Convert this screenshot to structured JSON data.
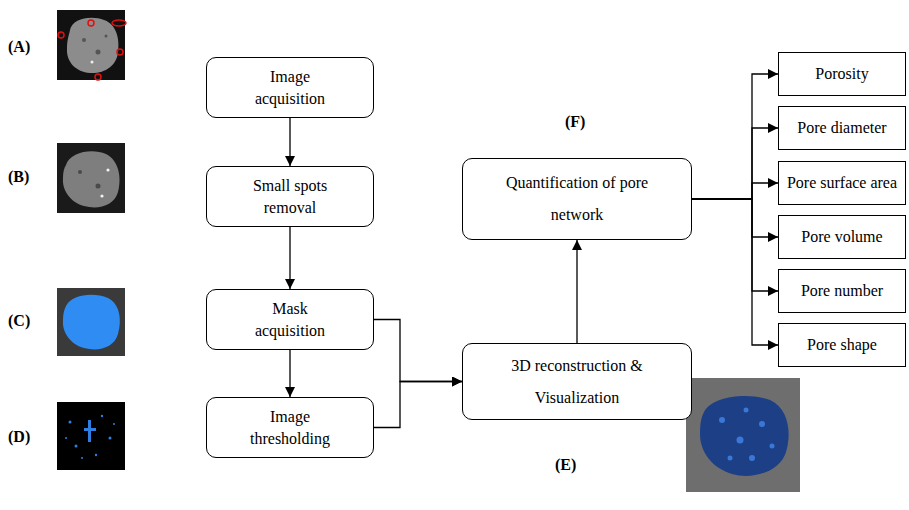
{
  "diagram": {
    "nodes": [
      {
        "text": [
          "Image acquisition"
        ]
      },
      {
        "text": [
          "Small spots removal"
        ]
      },
      {
        "text": [
          "Mask acquisition"
        ]
      },
      {
        "text": [
          "Image thresholding"
        ]
      },
      {
        "text": [
          "3D reconstruction & Visualization"
        ]
      },
      {
        "text": [
          "Quantification of pore network"
        ]
      },
      {
        "text": [
          "Porosity"
        ]
      },
      {
        "text": [
          "Pore diameter"
        ]
      },
      {
        "text": [
          "Pore surface area"
        ]
      },
      {
        "text": [
          "Pore volume"
        ]
      },
      {
        "text": [
          "Pore number"
        ]
      },
      {
        "text": [
          "Pore shape"
        ]
      }
    ],
    "edges": [
      {
        "from": 0,
        "to": 1,
        "arrow": "to"
      },
      {
        "from": 1,
        "to": 2,
        "arrow": "to"
      },
      {
        "from": 2,
        "to": 3,
        "arrow": "to"
      },
      {
        "from": 2,
        "to": 4,
        "arrow": "to"
      },
      {
        "from": 3,
        "to": 4,
        "arrow": "to"
      },
      {
        "from": 4,
        "to": 5,
        "arrow": "to"
      },
      {
        "from": 5,
        "to": 6,
        "arrow": "to"
      },
      {
        "from": 5,
        "to": 7,
        "arrow": "to"
      },
      {
        "from": 5,
        "to": 8,
        "arrow": "to"
      },
      {
        "from": 5,
        "to": 9,
        "arrow": "to"
      },
      {
        "from": 5,
        "to": 10,
        "arrow": "to"
      },
      {
        "from": 5,
        "to": 11,
        "arrow": "to"
      }
    ],
    "labels": [
      "(A)",
      "(B)",
      "(C)",
      "(D)",
      "(E)",
      "(F)"
    ]
  }
}
